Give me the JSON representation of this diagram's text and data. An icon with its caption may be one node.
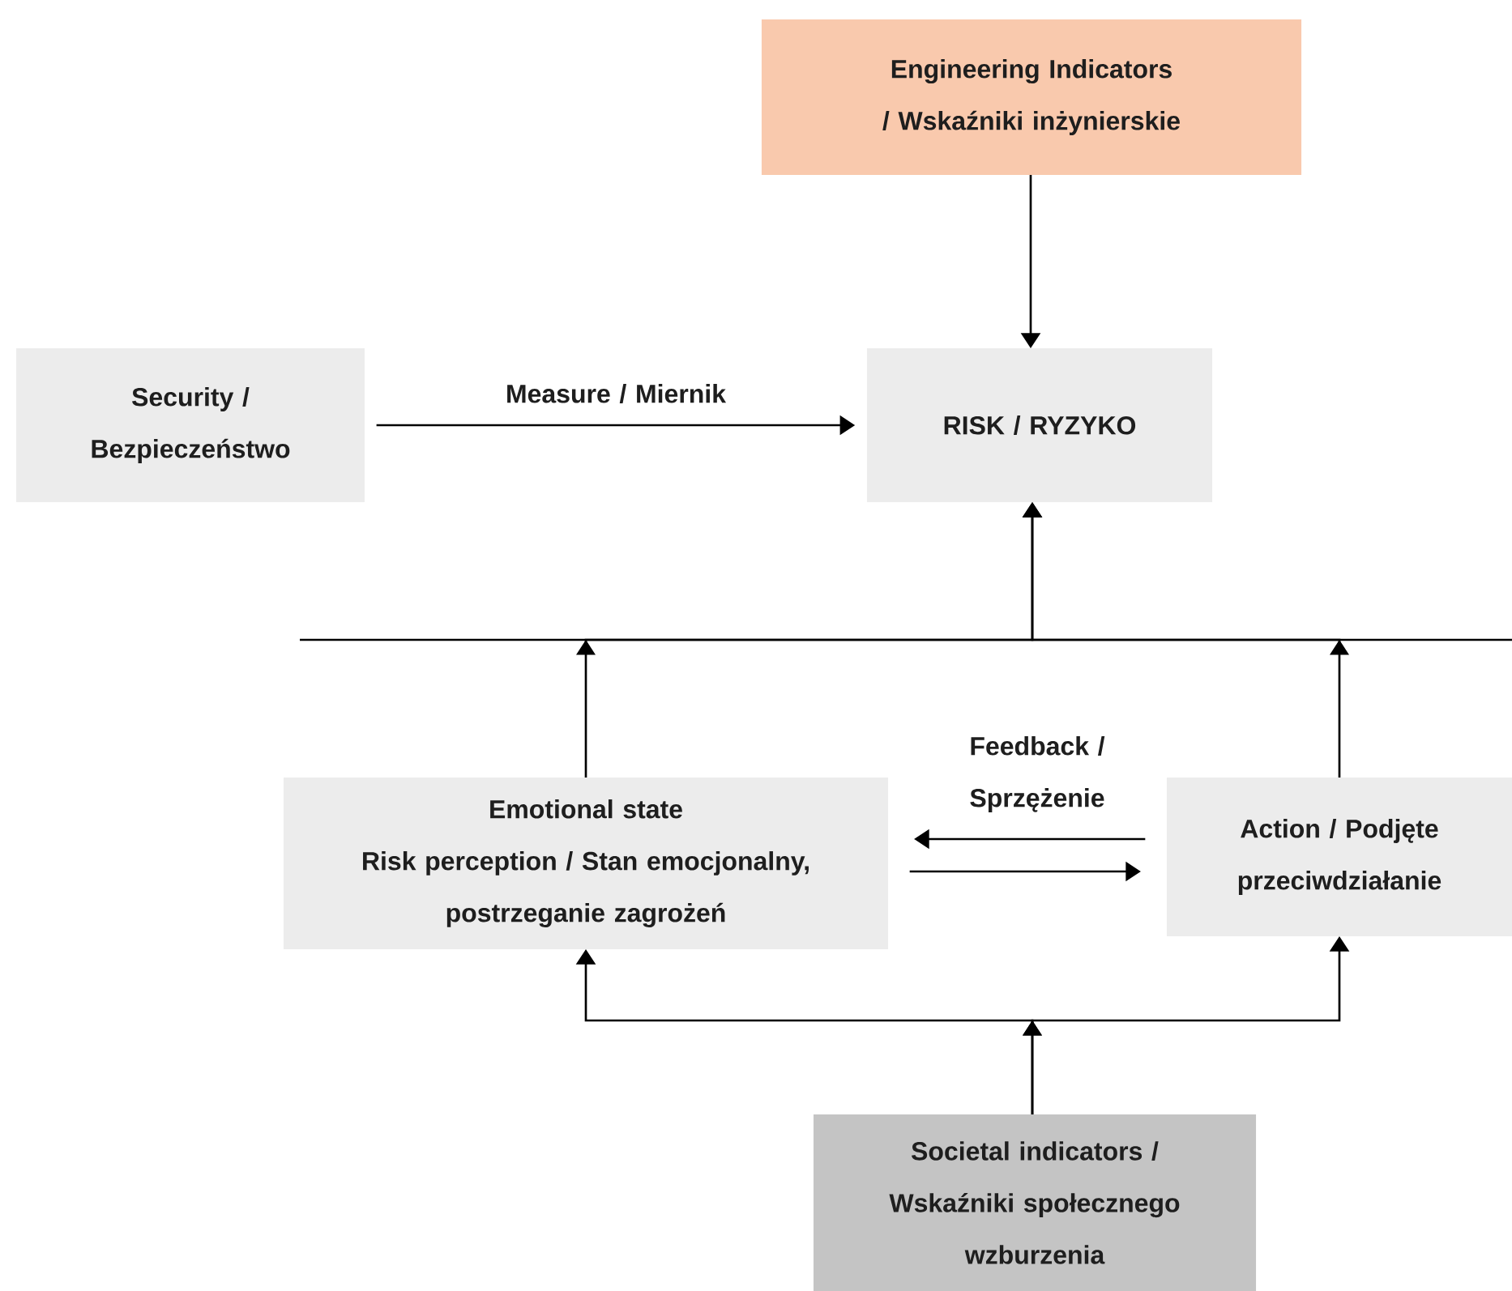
{
  "diagram": {
    "nodes": [
      {
        "text": [
          "Engineering Indicators / Wskaźniki inżynierskie"
        ]
      },
      {
        "text": [
          "Security / Bezpieczeństwo"
        ]
      },
      {
        "text": [
          "RISK / RYZYKO"
        ]
      },
      {
        "text": [
          "Emotional state",
          "Risk perception / Stan emocjonalny, postrzeganie zagrożeń"
        ]
      },
      {
        "text": [
          "Action / Podjęte przeciwdziałanie"
        ]
      },
      {
        "text": [
          "Societal indicators / Wskaźniki społecznego wzburzenia"
        ]
      }
    ],
    "edges": [
      {
        "from": 0,
        "to": 2,
        "arrow": "to"
      },
      {
        "from": 1,
        "to": 2,
        "arrow": "to",
        "label": "Measure / Miernik"
      },
      {
        "from": 3,
        "to": 2,
        "arrow": "to"
      },
      {
        "from": 4,
        "to": 2,
        "arrow": "to"
      },
      {
        "from": 4,
        "to": 3,
        "arrow": "to",
        "label": "Feedback / Sprzężenie"
      },
      {
        "from": 3,
        "to": 4,
        "arrow": "to"
      },
      {
        "from": 5,
        "to": 3,
        "arrow": "to"
      },
      {
        "from": 5,
        "to": 4,
        "arrow": "to"
      }
    ]
  }
}
